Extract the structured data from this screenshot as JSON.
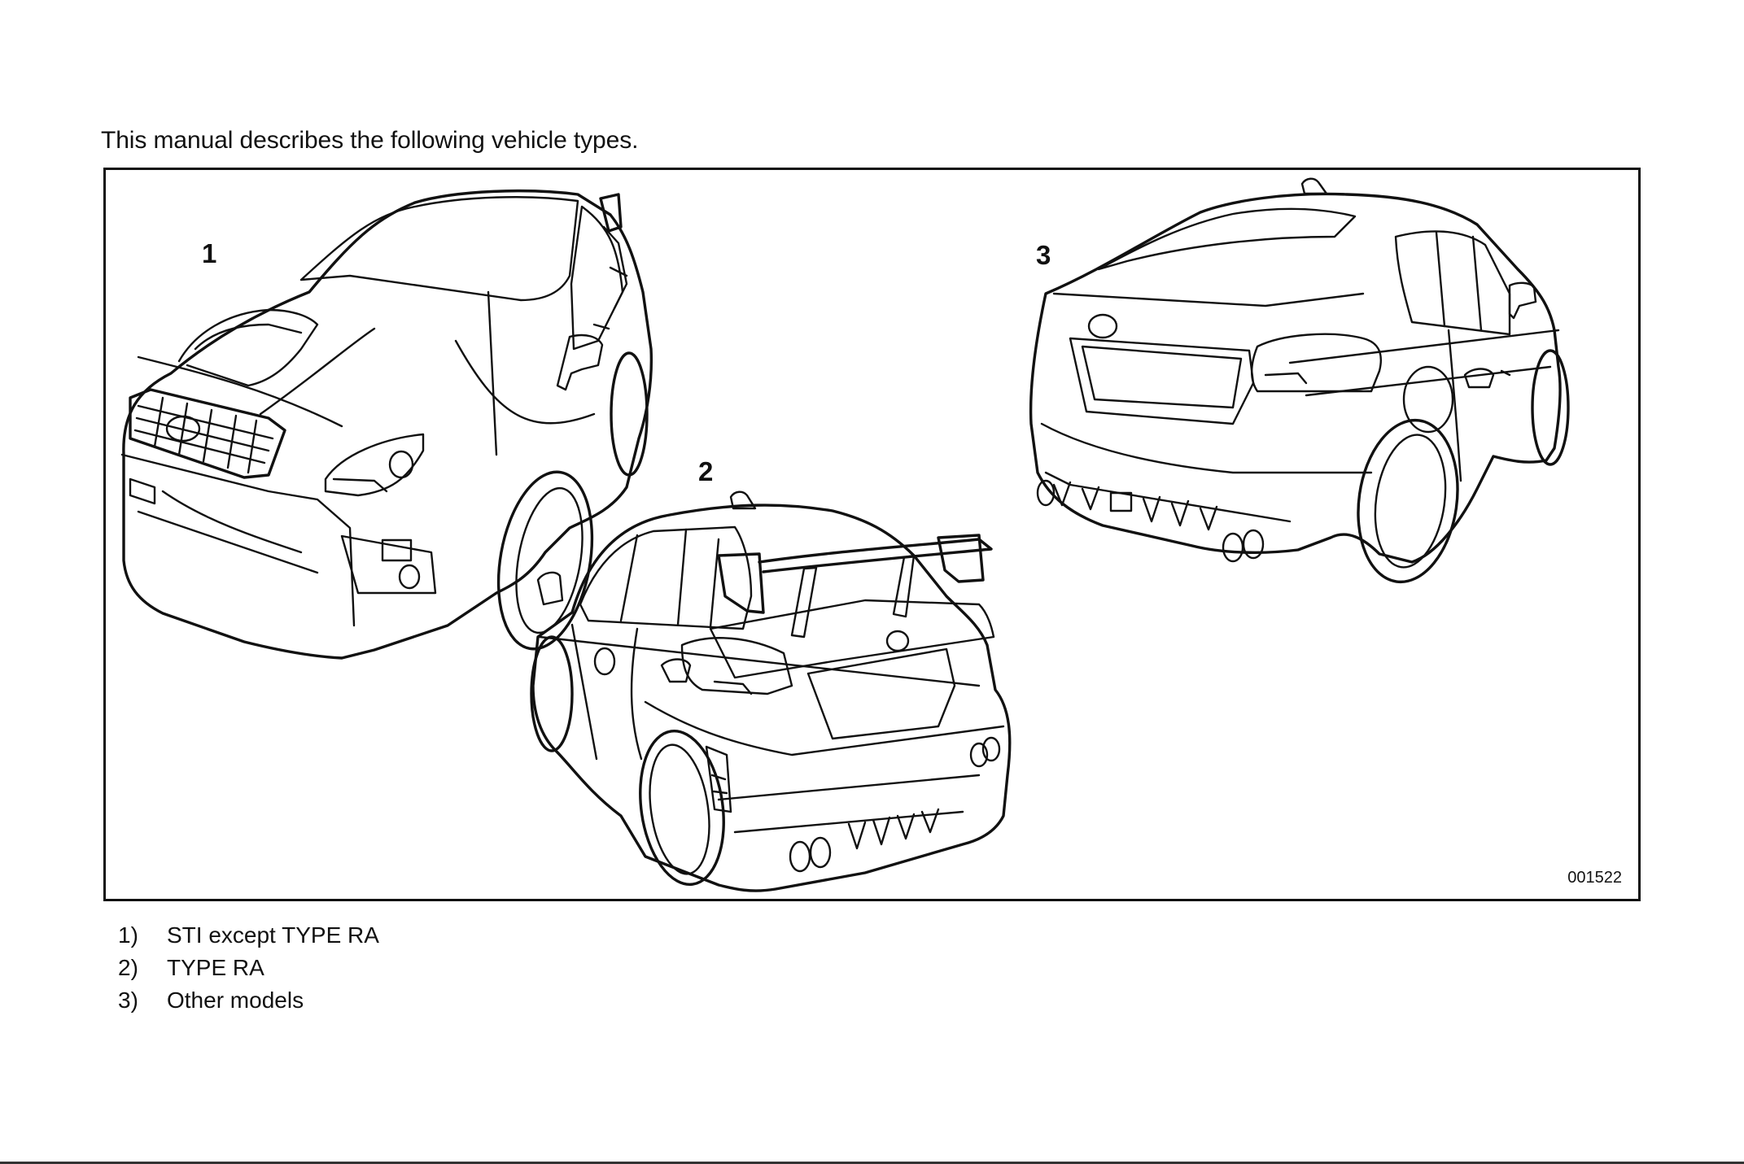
{
  "document": {
    "intro_text": "This manual describes the following vehicle types.",
    "figure": {
      "id_label": "001522",
      "callouts": [
        "1",
        "2",
        "3"
      ],
      "illustrations": [
        {
          "callout": "1",
          "view": "front three-quarter",
          "description": "sedan with hood scoop and rear wing"
        },
        {
          "callout": "2",
          "view": "rear three-quarter",
          "description": "sedan with large rear wing"
        },
        {
          "callout": "3",
          "view": "rear three-quarter",
          "description": "sedan without wing"
        }
      ]
    },
    "legend": [
      {
        "num": "1)",
        "label": "STI except TYPE RA"
      },
      {
        "num": "2)",
        "label": "TYPE RA"
      },
      {
        "num": "3)",
        "label": "Other models"
      }
    ]
  }
}
